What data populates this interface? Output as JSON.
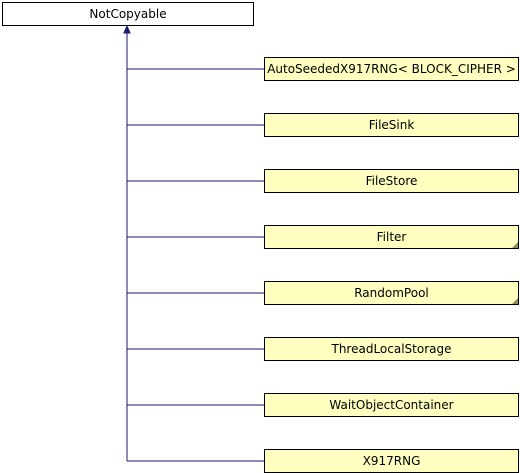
{
  "base_class": {
    "name": "NotCopyable"
  },
  "derived_classes": [
    {
      "name": "AutoSeededX917RNG< BLOCK_CIPHER >",
      "folded": false
    },
    {
      "name": "FileSink",
      "folded": false
    },
    {
      "name": "FileStore",
      "folded": false
    },
    {
      "name": "Filter",
      "folded": true
    },
    {
      "name": "RandomPool",
      "folded": true
    },
    {
      "name": "ThreadLocalStorage",
      "folded": false
    },
    {
      "name": "WaitObjectContainer",
      "folded": false
    },
    {
      "name": "X917RNG",
      "folded": false
    }
  ],
  "colors": {
    "edge": "#191970",
    "node_fill_derived": "#ffffc0",
    "node_fill_base": "#ffffff",
    "border": "#000000"
  }
}
